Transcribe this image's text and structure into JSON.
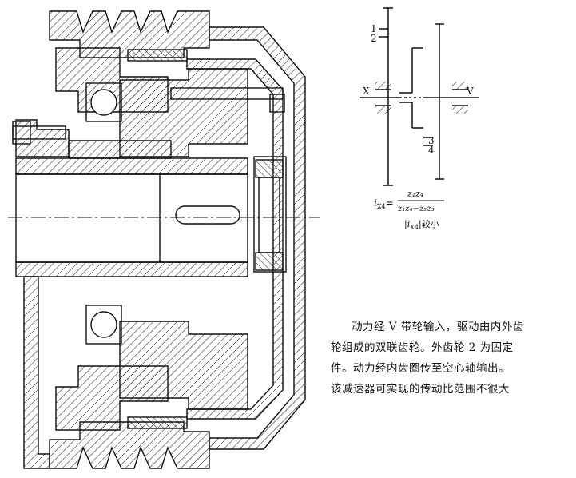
{
  "schematic": {
    "gear_labels": [
      "1",
      "2",
      "3",
      "4"
    ],
    "shaft_labels": {
      "input": "X",
      "output": "V"
    },
    "formula": {
      "lhs_symbol": "i",
      "lhs_subscript": "X4",
      "equals": "=",
      "numerator": "z₁z₄",
      "denominator": "z₁z₄−z₂z₃"
    },
    "note": {
      "bar_open": "|",
      "symbol": "i",
      "subscript": "X4",
      "bar_close": "|",
      "text": "较小"
    }
  },
  "description": {
    "lines": [
      "动力经 V 带轮输入，驱动由内外齿",
      "轮组成的双联齿轮。外齿轮 2 为固定",
      "件。动力经内齿圈传至空心轴输出。",
      "该减速器可实现的传动比范围不很大"
    ]
  },
  "colors": {
    "ink": "#111111",
    "paper": "#ffffff"
  }
}
